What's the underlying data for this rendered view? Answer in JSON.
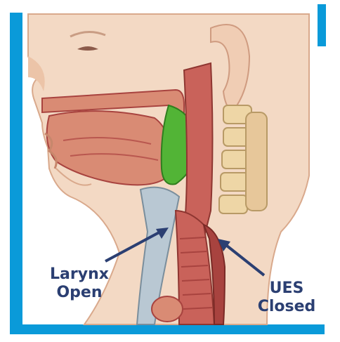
{
  "labels": {
    "larynx": {
      "line1": "Larynx",
      "line2": "Open"
    },
    "ues": {
      "line1": "UES",
      "line2": "Closed"
    }
  },
  "colors": {
    "frame_blue": "#0a9ad9",
    "skin": "#f3d9c4",
    "skin_shadow": "#e7bfa5",
    "muscle": "#c9625a",
    "muscle_dark": "#a8433f",
    "tongue_highlight": "#52b436",
    "bone": "#eed6a6",
    "cartilage": "#b9c8d3",
    "label_text": "#2b3f72"
  }
}
